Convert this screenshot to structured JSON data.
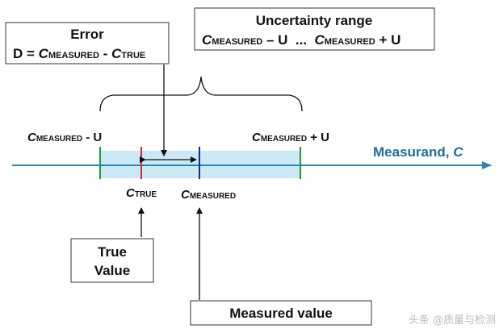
{
  "error_box": {
    "title": "Error",
    "formula": {
      "lhs": "D = ",
      "c": "C",
      "sub1": "MEASURED",
      "minus": " - ",
      "sub2": "TRUE"
    }
  },
  "uncertainty_box": {
    "title": "Uncertainty range",
    "c": "C",
    "sub": "MEASURED",
    "minus_u": " – U",
    "dots": "  ...  ",
    "plus_u": " + U"
  },
  "labels": {
    "c": "C",
    "measured": "MEASURED",
    "true": "TRUE",
    "minus_u": " - U",
    "plus_u": " + U"
  },
  "axis": {
    "label": "Measurand, ",
    "symbol": "C"
  },
  "true_value_box": {
    "line1": "True",
    "line2": "Value"
  },
  "measured_value_box": {
    "text": "Measured value"
  },
  "watermark": "头条 @质量与检测",
  "colors": {
    "axis": "#2e86ab",
    "axis_label": "#1f6d9c",
    "band": "#cbe8f7",
    "band_edge": "#1f9b3a",
    "true_tick": "#d0263a",
    "measured_tick": "#1a2b8c",
    "text": "#111111"
  }
}
